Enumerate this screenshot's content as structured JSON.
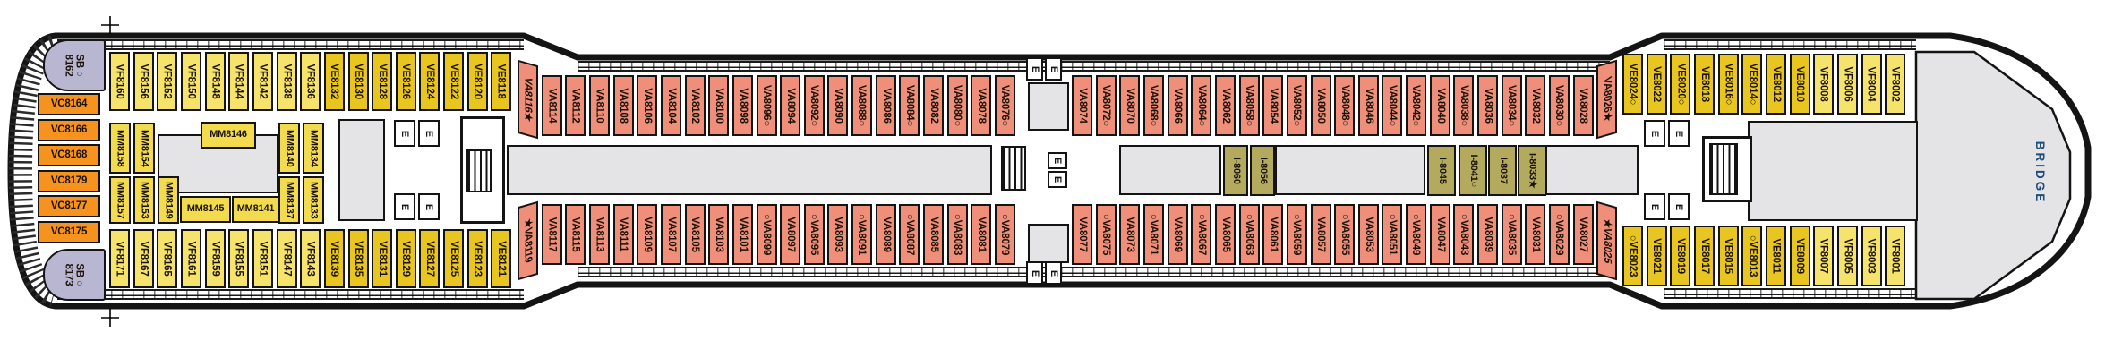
{
  "plan": {
    "bridge_label": "BRIDGE",
    "elevator_label": "E",
    "stern": {
      "suites": [
        {
          "label": "SB ○",
          "number": "8162"
        },
        {
          "label": "SB ○",
          "number": "8173"
        }
      ],
      "cabins": [
        "VC8164",
        "VC8166",
        "VC8168",
        "VC8179",
        "VC8177",
        "VC8175"
      ]
    },
    "rows": {
      "top_aft": [
        "VF8160",
        "VF8156",
        "VF8152",
        "VF8150",
        "VF8148",
        "VF8144",
        "VF8142",
        "VF8138",
        "VF8136",
        "VE8132",
        "VE8130",
        "VE8128",
        "VE8126",
        "VE8124",
        "VE8122",
        "VE8120",
        "VE8118"
      ],
      "top_mid_aft": [
        "VA8116★",
        "VA8114",
        "VA8112",
        "VA8110",
        "VA8108",
        "VA8106",
        "VA8104",
        "VA8102",
        "VA8100",
        "VA8098",
        "VA8096○",
        "VA8094",
        "VA8092○",
        "VA8090",
        "VA8088○",
        "VA8086",
        "VA8084○",
        "VA8082",
        "VA8080○",
        "VA8078",
        "VA8076○"
      ],
      "top_mid_fwd": [
        "VA8074",
        "VA8072○",
        "VA8070",
        "VA8068○",
        "VA8066",
        "VA8064○",
        "VA8062",
        "VA8058○",
        "VA8054",
        "VA8052○",
        "VA8050",
        "VA8048○",
        "VA8046",
        "VA8044○",
        "VA8042○",
        "VA8040",
        "VA8038○",
        "VA8036",
        "VA8034○",
        "VA8032",
        "VA8030○",
        "VA8028",
        "VA8026★"
      ],
      "top_fwd": [
        "VE8024○",
        "VE8022",
        "VE8020○",
        "VE8018",
        "VE8016○",
        "VE8014○",
        "VE8012",
        "VE8010",
        "VF8008",
        "VF8006",
        "VF8004",
        "VF8002"
      ],
      "bottom_aft": [
        "VF8171",
        "VF8167",
        "VF8165",
        "VF8161",
        "VF8159",
        "VF8155",
        "VF8151",
        "VF8147",
        "VF8143",
        "VE8139",
        "VE8135",
        "VE8131",
        "VE8129",
        "VE8127",
        "VE8125",
        "VE8123",
        "VE8121"
      ],
      "bottom_mid_aft": [
        "★VA8119",
        "VA8117",
        "VA8115",
        "VA8113",
        "VA8111",
        "VA8109",
        "VA8107",
        "VA8105",
        "VA8103",
        "VA8101",
        "○VA8099",
        "VA8097",
        "○VA8095",
        "VA8093",
        "○VA8091",
        "VA8089",
        "○VA8087",
        "VA8085",
        "○VA8083",
        "VA8081",
        "○VA8079"
      ],
      "bottom_mid_fwd": [
        "VA8077",
        "○VA8075",
        "VA8073",
        "○VA8071",
        "VA8069",
        "○VA8067",
        "VA8065",
        "○VA8063",
        "VA8061",
        "○VA8059",
        "VA8057",
        "○VA8055",
        "VA8053",
        "○VA8051",
        "○VA8049",
        "VA8047",
        "○VA8043",
        "VA8039",
        "○VA8035",
        "VA8031",
        "○VA8029",
        "VA8027",
        "★VA8025"
      ],
      "bottom_fwd": [
        "○VE8023",
        "VE8021",
        "VE8019",
        "VE8017",
        "VE8015",
        "○VE8013",
        "VE8011",
        "VE8009",
        "VF8007",
        "VF8005",
        "VF8003",
        "VF8001"
      ]
    },
    "mm_cabins": [
      "MM8158",
      "MM8154",
      "MM8140",
      "MM8134",
      "MM8157",
      "MM8153",
      "MM8149",
      "MM8137",
      "MM8133",
      "MM8146",
      "MM8145",
      "MM8141"
    ],
    "inside_cabins": [
      "I-8060",
      "I-8056",
      "I-8045",
      "I-8041○",
      "I-8037",
      "I-8033★"
    ],
    "colors": {
      "verandah_va_salmon": "#ef8f79",
      "verandah_ve_gold": "#e9c51f",
      "verandah_vf_yellow": "#f5e36b",
      "suite_vc_orange": "#f6921e",
      "suite_sb_lavender": "#b9b6d2",
      "mm_yellow": "#f2db4e",
      "inside_olive": "#b3aa5e",
      "open_area_gray": "#e4e4e7",
      "hull_black": "#141414",
      "bridge_text_navy": "#1d4e79"
    }
  }
}
